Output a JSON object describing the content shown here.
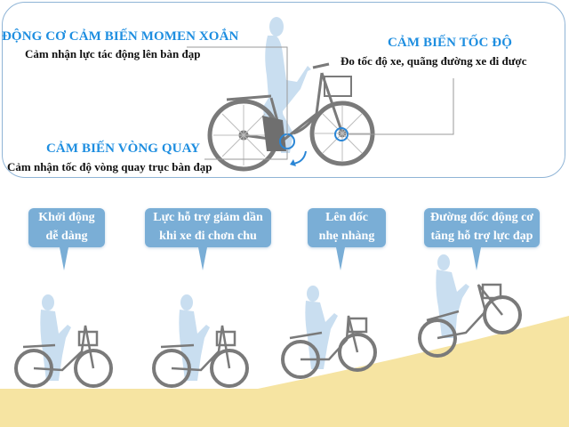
{
  "diagram": {
    "top_panel": {
      "torque_sensor": {
        "title": "ĐỘNG CƠ CẢM BIẾN MOMEN XOẮN",
        "description": "Cảm nhận lực tác động lên bàn đạp"
      },
      "speed_sensor": {
        "title": "CẢM BIẾN TỐC ĐỘ",
        "description": "Đo tốc độ xe, quãng đường xe đi được"
      },
      "rotation_sensor": {
        "title": "CẢM BIẾN VÒNG QUAY",
        "description": "Cảm nhận tốc độ vòng quay trục bàn đạp"
      }
    },
    "stages": [
      {
        "line1": "Khởi động",
        "line2": "dễ dàng"
      },
      {
        "line1": "Lực hỗ trợ giảm dần",
        "line2": "khi xe đi chơn chu"
      },
      {
        "line1": "Lên dốc",
        "line2": "nhẹ nhàng"
      },
      {
        "line1": "Đường dốc động cơ",
        "line2": "tăng hỗ trợ lực đạp"
      }
    ],
    "colors": {
      "title_blue": "#1e8ee0",
      "bubble_blue": "#7aaed6",
      "rider": "#c9def0",
      "bike": "#7a7a7a",
      "ground": "#f6e4a2",
      "sensor_ring": "#2a86d6",
      "panel_border": "#8fb4d6"
    }
  }
}
